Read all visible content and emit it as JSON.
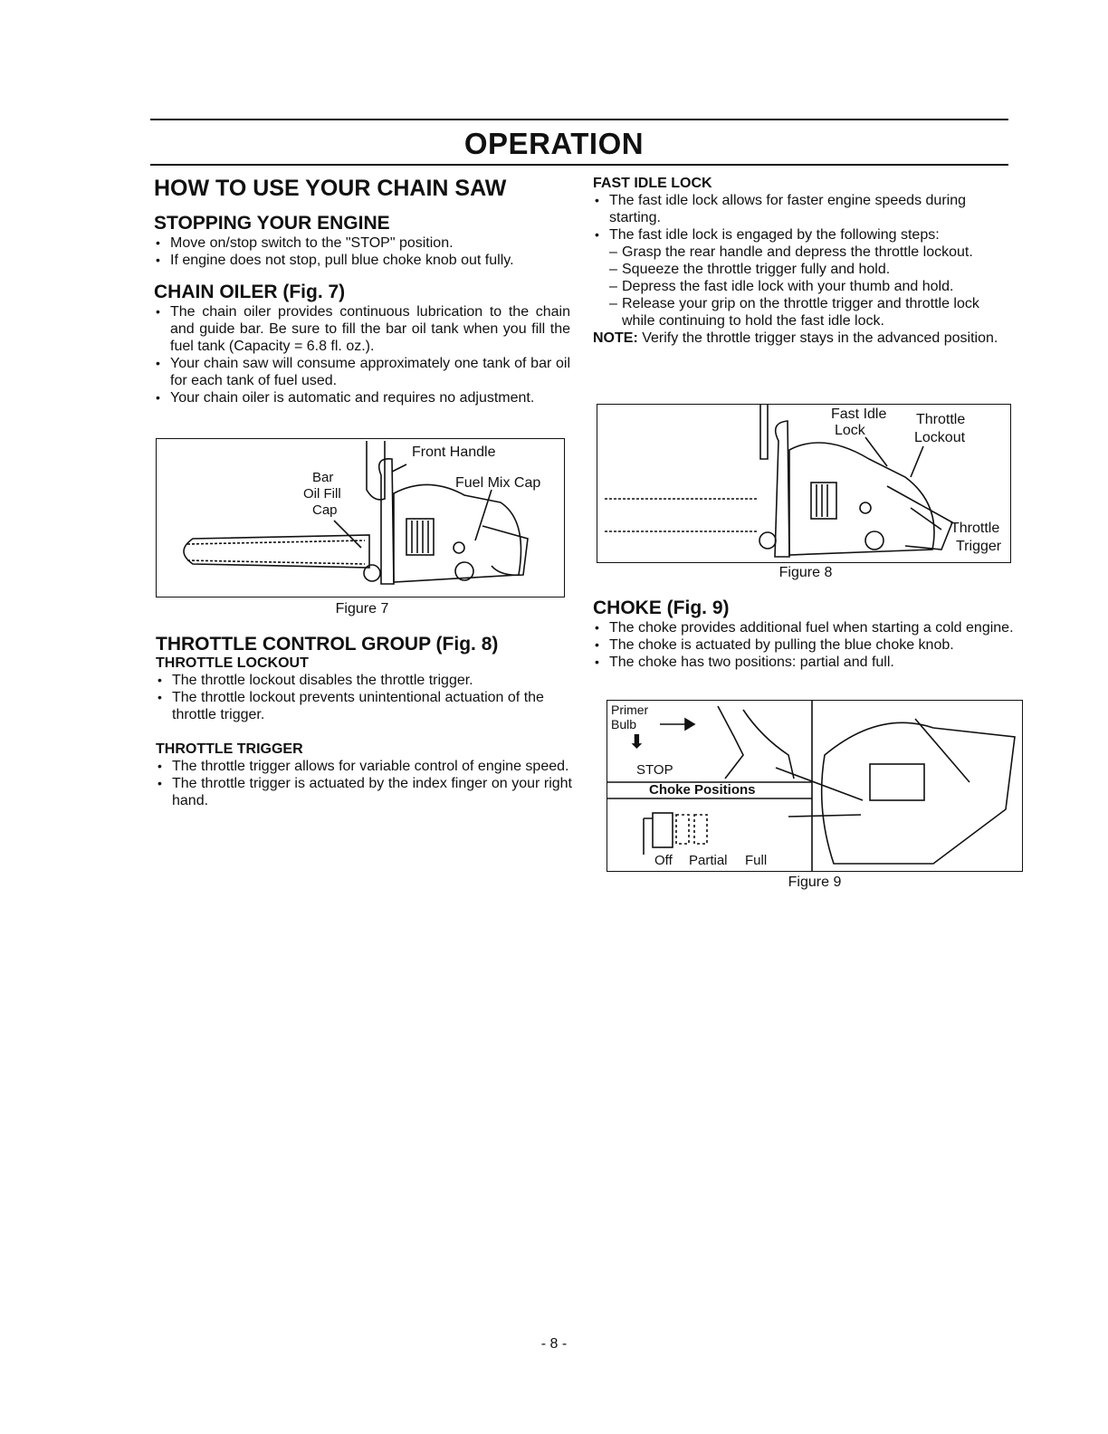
{
  "section_title": "OPERATION",
  "left": {
    "heading": "HOW TO USE YOUR CHAIN SAW",
    "stopping": {
      "title": "STOPPING YOUR ENGINE",
      "bullets": [
        "Move on/stop switch to the \"STOP\" position.",
        "If engine does not stop, pull blue choke knob out fully."
      ]
    },
    "oiler": {
      "title": "CHAIN OILER (Fig. 7)",
      "bullets": [
        "The chain oiler provides continuous lubrication to the chain and guide bar. Be sure to fill the bar oil tank when you fill the fuel tank (Capacity = 6.8 fl. oz.).",
        "Your chain saw will consume approximately one tank of bar oil for each tank of fuel used.",
        "Your chain oiler is automatic and requires no adjustment."
      ]
    },
    "figure7": {
      "label_front_handle": "Front Handle",
      "label_bar": "Bar",
      "label_oil_fill": "Oil Fill",
      "label_cap": "Cap",
      "label_fuel_mix_cap": "Fuel Mix Cap",
      "caption": "Figure 7"
    },
    "throttle_group": {
      "title": "THROTTLE CONTROL GROUP (Fig. 8)",
      "lockout_title": "THROTTLE LOCKOUT",
      "lockout_bullets": [
        "The throttle lockout disables the throttle trigger.",
        "The throttle lockout prevents unintentional actuation of the throttle trigger."
      ],
      "trigger_title": "THROTTLE TRIGGER",
      "trigger_bullets": [
        "The throttle trigger allows for variable control of engine speed.",
        "The throttle trigger is actuated by the index finger on your right hand."
      ]
    }
  },
  "right": {
    "fast_idle": {
      "title": "FAST IDLE LOCK",
      "bullet1": "The fast idle lock allows for faster engine speeds during starting.",
      "bullet2": "The fast idle lock is engaged by the following steps:",
      "steps": [
        "Grasp the rear handle and depress the throttle lockout.",
        "Squeeze the throttle trigger fully and hold.",
        "Depress the fast idle lock with your thumb and hold.",
        "Release your grip on the throttle trigger and throttle lock while continuing to hold the fast idle lock."
      ],
      "note_label": "NOTE:",
      "note_text": " Verify the throttle trigger stays in the advanced position."
    },
    "figure8": {
      "label_fast_idle": "Fast Idle",
      "label_lock": "Lock",
      "label_throttle": "Throttle",
      "label_lockout": "Lockout",
      "label_throttle2": "Throttle",
      "label_trigger": "Trigger",
      "caption": "Figure 8"
    },
    "choke": {
      "title": "CHOKE (Fig. 9)",
      "bullets": [
        "The choke provides additional fuel when starting a cold engine.",
        "The choke is actuated by pulling the blue choke knob.",
        "The choke has two positions: partial and full."
      ]
    },
    "figure9": {
      "label_primer": "Primer",
      "label_bulb": "Bulb",
      "label_stop": "STOP",
      "label_choke_positions": "Choke Positions",
      "label_off": "Off",
      "label_partial": "Partial",
      "label_full": "Full",
      "caption": "Figure 9"
    }
  },
  "page_number": "- 8 -"
}
